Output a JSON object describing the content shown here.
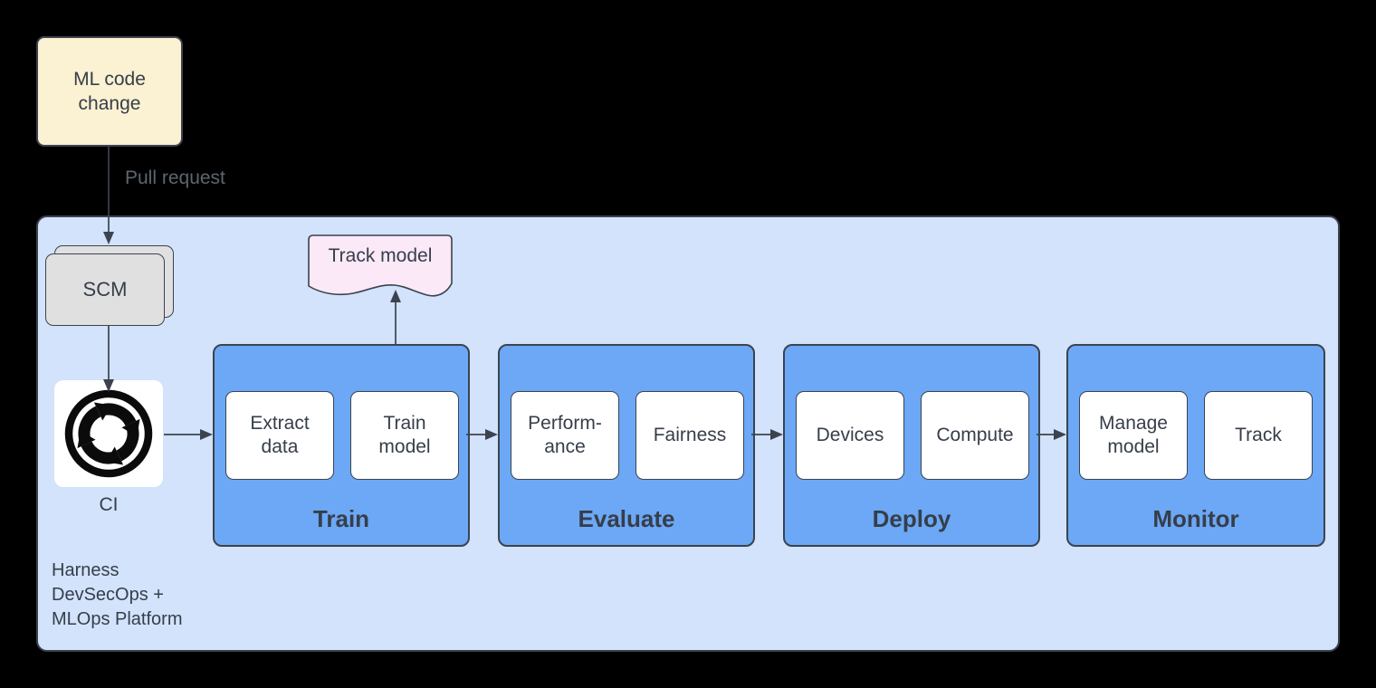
{
  "colors": {
    "bg": "#000000",
    "platform_fill": "#D2E3FB",
    "stage_fill": "#6CA8F5",
    "ml_fill": "#FBF1D3",
    "scm_fill": "#E0E0E0",
    "doc_fill": "#FBE9F8",
    "stroke": "#3C434E",
    "text": "#363E4A",
    "muted": "#5D6670",
    "icon": "#0B0B0B"
  },
  "nodes": {
    "ml_code_change": "ML code\nchange",
    "pull_request_label": "Pull request",
    "scm": "SCM",
    "ci": "CI",
    "track_model": "Track model",
    "platform_label": "Harness\nDevSecOps +\nMLOps Platform"
  },
  "stages": [
    {
      "label": "Train",
      "items": [
        "Extract\ndata",
        "Train\nmodel"
      ]
    },
    {
      "label": "Evaluate",
      "items": [
        "Perform-\nance",
        "Fairness"
      ]
    },
    {
      "label": "Deploy",
      "items": [
        "Devices",
        "Compute"
      ]
    },
    {
      "label": "Monitor",
      "items": [
        "Manage\nmodel",
        "Track"
      ]
    }
  ]
}
